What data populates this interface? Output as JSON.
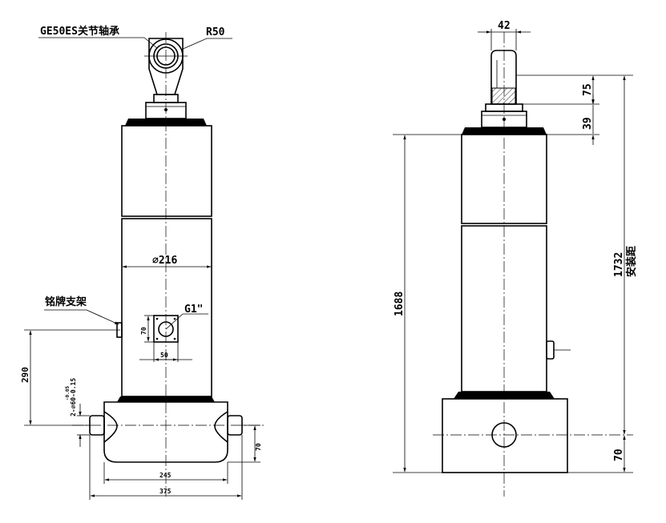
{
  "left_view": {
    "bearing_label": "GE50ES关节轴承",
    "radius_label": "R50",
    "diameter_label": "⌀216",
    "nameplate_label": "铭牌支架",
    "port_label": "G1\"",
    "port_height_dim": "70",
    "port_width_dim": "50",
    "pin_height_dim": "290",
    "pin_diameter_label": "2-⌀60-0.15",
    "pin_tolerance_upper": "-0.05",
    "base_height_dim": "70",
    "inner_width_dim": "245",
    "outer_width_dim": "375"
  },
  "right_view": {
    "head_width_dim": "42",
    "head_height_dim": "75",
    "collar_height_dim": "39",
    "total_height_dim": "1688",
    "install_dist_dim": "1732",
    "install_dist_label": "安装距",
    "base_height_dim": "70"
  }
}
